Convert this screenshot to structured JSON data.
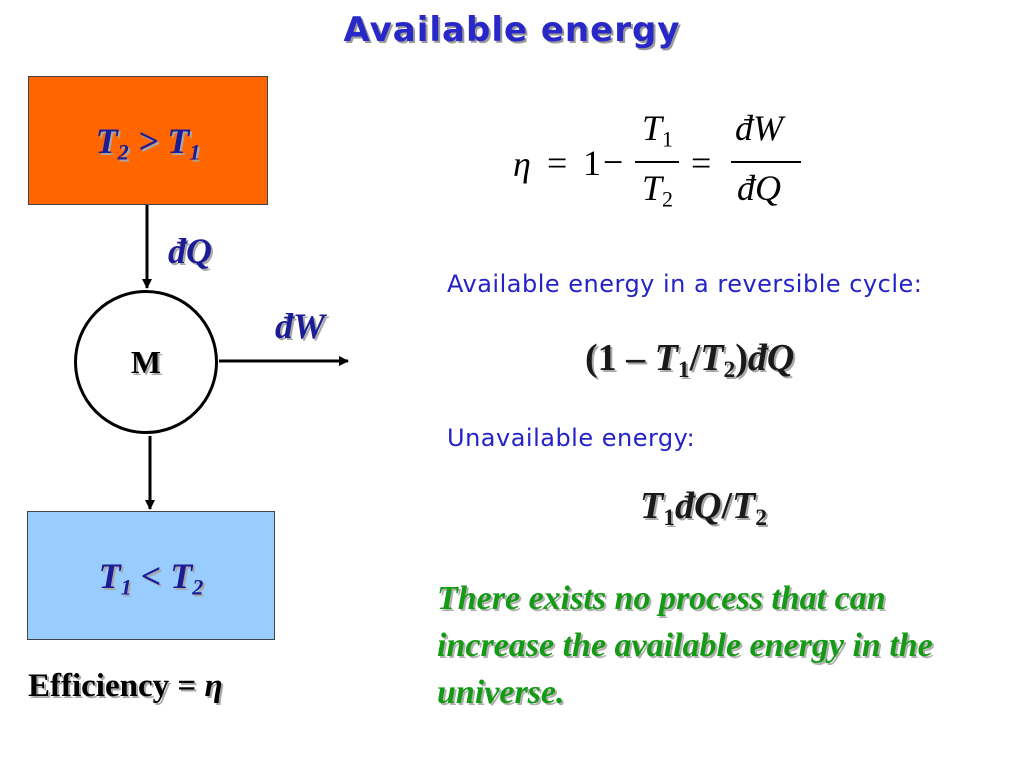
{
  "title": "Available energy",
  "hot_reservoir": {
    "sym1": "T",
    "sub1": "2",
    "relation": " > ",
    "sym2": "T",
    "sub2": "1",
    "color": "#ff6600"
  },
  "cold_reservoir": {
    "sym1": "T",
    "sub1": "1",
    "relation": " < ",
    "sym2": "T",
    "sub2": "2",
    "color": "#99ccff"
  },
  "heat_label": "đQ",
  "work_label": "đW",
  "engine_label": "M",
  "efficiency": {
    "text": "Efficiency = ",
    "symbol": "η"
  },
  "equation": {
    "eta": "η",
    "equals": "=",
    "one": "1",
    "minus": "−",
    "num1": "T",
    "num1_sub": "1",
    "den1": "T",
    "den1_sub": "2",
    "equals2": "=",
    "num2": "đW",
    "den2": "đQ"
  },
  "available": {
    "text": "Available energy in a reversible cycle:",
    "formula": {
      "open": "(1 – ",
      "t1": "T",
      "t1_sub": "1",
      "slash": "/",
      "t2": "T",
      "t2_sub": "2",
      "close": ")",
      "dq": "đQ"
    }
  },
  "unavailable": {
    "text": "Unavailable energy:",
    "formula": {
      "t1": "T",
      "t1_sub": "1",
      "dq": "đQ",
      "slash": "/",
      "t2": "T",
      "t2_sub": "2"
    }
  },
  "statement": "There exists no process that can increase the available energy in the universe.",
  "colors": {
    "title": "#2828c8",
    "body_text": "#2323c8",
    "statement": "#159a15",
    "box_label": "#1c1c96"
  }
}
